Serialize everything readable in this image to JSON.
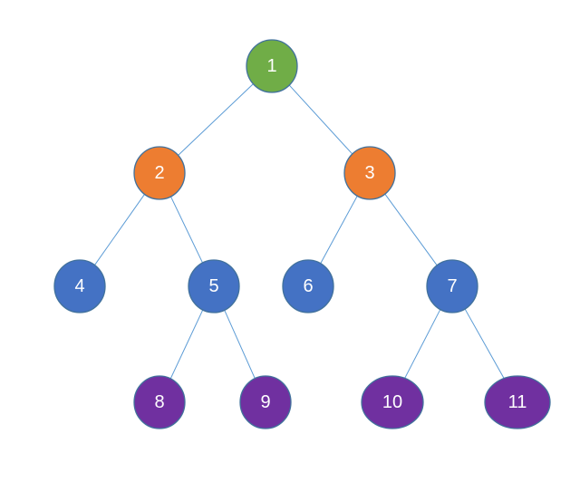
{
  "diagram": {
    "type": "binary-tree",
    "colors": {
      "root": "#70ad47",
      "level1": "#ed7d31",
      "level2": "#4472c4",
      "level3": "#7030a0",
      "edge": "#5b9bd5"
    },
    "nodes": [
      {
        "id": "1",
        "label": "1",
        "color": "#70ad47"
      },
      {
        "id": "2",
        "label": "2",
        "color": "#ed7d31"
      },
      {
        "id": "3",
        "label": "3",
        "color": "#ed7d31"
      },
      {
        "id": "4",
        "label": "4",
        "color": "#4472c4"
      },
      {
        "id": "5",
        "label": "5",
        "color": "#4472c4"
      },
      {
        "id": "6",
        "label": "6",
        "color": "#4472c4"
      },
      {
        "id": "7",
        "label": "7",
        "color": "#4472c4"
      },
      {
        "id": "8",
        "label": "8",
        "color": "#7030a0"
      },
      {
        "id": "9",
        "label": "9",
        "color": "#7030a0"
      },
      {
        "id": "10",
        "label": "10",
        "color": "#7030a0"
      },
      {
        "id": "11",
        "label": "11",
        "color": "#7030a0"
      }
    ],
    "edges": [
      {
        "from": "1",
        "to": "2"
      },
      {
        "from": "1",
        "to": "3"
      },
      {
        "from": "2",
        "to": "4"
      },
      {
        "from": "2",
        "to": "5"
      },
      {
        "from": "3",
        "to": "6"
      },
      {
        "from": "3",
        "to": "7"
      },
      {
        "from": "5",
        "to": "8"
      },
      {
        "from": "5",
        "to": "9"
      },
      {
        "from": "7",
        "to": "10"
      },
      {
        "from": "7",
        "to": "11"
      }
    ]
  }
}
